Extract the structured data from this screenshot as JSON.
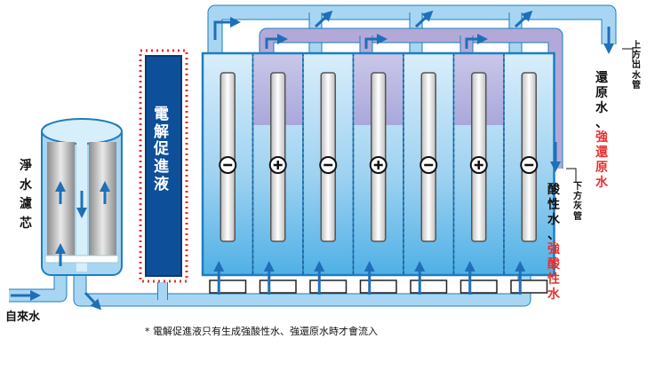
{
  "labels": {
    "tap_water": "自來水",
    "purifier": "淨水濾芯",
    "electrolyte": "電解促進液",
    "upper_pipe": "上方出水管",
    "lower_pipe": "下方灰管",
    "reduced_water": "還原水、",
    "strong_reduced_water": "強還原水",
    "acidic_water": "酸性水、",
    "strong_acidic_water": "強酸性水",
    "footnote": "* 電解促進液只有生成強酸性水、強還原水時才會流入"
  },
  "electrodes": [
    {
      "polarity": "−"
    },
    {
      "polarity": "+"
    },
    {
      "polarity": "−"
    },
    {
      "polarity": "+"
    },
    {
      "polarity": "−"
    },
    {
      "polarity": "+"
    },
    {
      "polarity": "−"
    }
  ],
  "colors": {
    "water": "#a8d6f2",
    "water_edge": "#1d7ec0",
    "acid": "#b2a9d9",
    "arrow": "#1f6fb8",
    "electrolyte": "#0e4f9a",
    "highlight": "#e8302f"
  },
  "icons": {
    "flow_arrow": "arrow-icon",
    "minus": "minus-circle-icon",
    "plus": "plus-circle-icon"
  }
}
